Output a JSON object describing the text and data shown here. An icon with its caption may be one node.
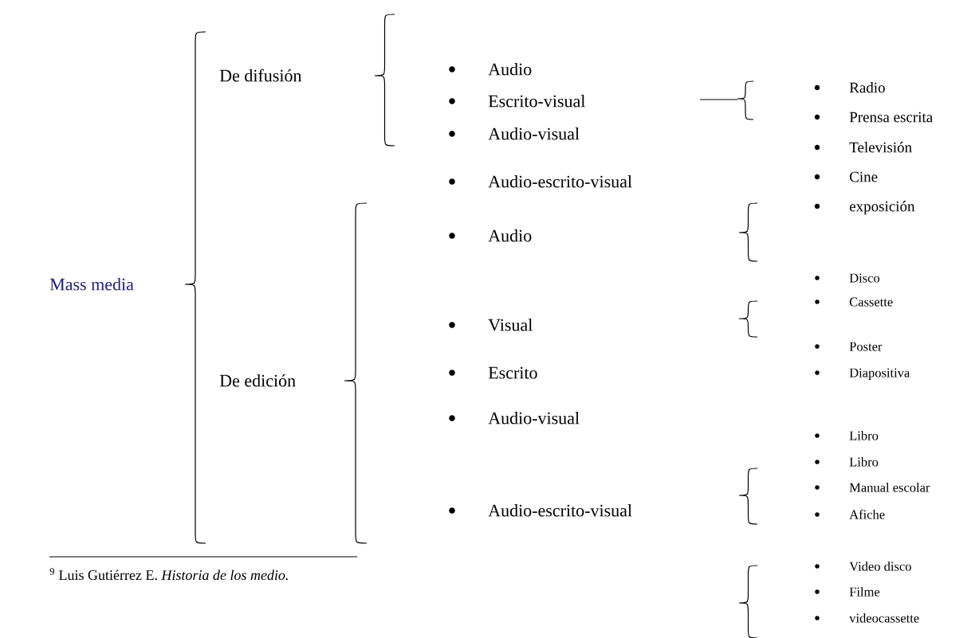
{
  "diagram": {
    "labels": [
      "De difusión",
      "Audio",
      "Escrito-visual",
      "Audio-visual",
      "Radio",
      "Prensa escrita",
      "Televisión",
      "Cine",
      "exposición",
      "Audio-escrito-visual",
      "Audio",
      "Mass media",
      "Disco",
      "Cassette",
      "Visual",
      "Poster",
      "Diapositiva",
      "De edición",
      "Escrito",
      "Audio-visual",
      "Libro",
      "Libro",
      "Manual escolar",
      "Afiche",
      "Audio-escrito-visual",
      "Video disco",
      "Filme",
      "videocassette",
      "$^{9}$ Luis Gutiérrez E. *Historia de los medio.*"
    ]
  }
}
